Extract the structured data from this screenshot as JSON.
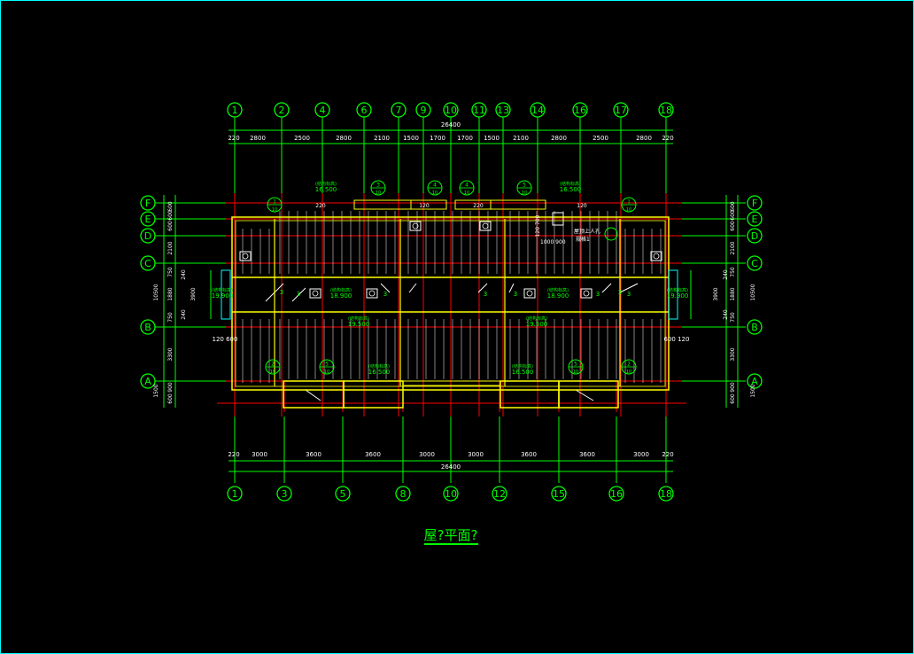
{
  "drawing": {
    "title": "屋?平面?",
    "colors": {
      "background": "#000000",
      "border": "#00ffff",
      "dimension": "#00ff00",
      "axis": "#ff0000",
      "wall": "#ffff00",
      "fill": "#ffffff",
      "accent": "#00ffff"
    },
    "top_axes": [
      "1",
      "2",
      "4",
      "6",
      "7",
      "9",
      "10",
      "11",
      "13",
      "14",
      "16",
      "17",
      "18"
    ],
    "bottom_axes": [
      "1",
      "3",
      "5",
      "8",
      "10",
      "12",
      "15",
      "16",
      "18"
    ],
    "left_axes": [
      "F",
      "E",
      "D",
      "C",
      "B",
      "A"
    ],
    "right_axes": [
      "F",
      "E",
      "D",
      "C",
      "B",
      "A"
    ],
    "top_total": "26400",
    "bottom_total": "26400",
    "top_dims": [
      "220",
      "2800",
      "2500",
      "2800",
      "2100",
      "1500",
      "1700",
      "1700",
      "1500",
      "2100",
      "2800",
      "2500",
      "2800",
      "220"
    ],
    "bottom_dims": [
      "220",
      "3000",
      "3600",
      "3600",
      "3000",
      "3000",
      "3600",
      "3600",
      "3000",
      "220"
    ],
    "left_dims_inner": [
      "600",
      "600",
      "600",
      "2100",
      "750",
      "1880",
      "750",
      "3300",
      "900",
      "600"
    ],
    "left_dims_outer": [
      "240",
      "10500",
      "3900",
      "240",
      "1500"
    ],
    "right_dims_inner": [
      "600",
      "600",
      "600",
      "2100",
      "750",
      "1880",
      "750",
      "3300",
      "900",
      "600"
    ],
    "right_dims_outer": [
      "240",
      "10500",
      "3900",
      "240",
      "1500"
    ],
    "level_labels": [
      "16.500",
      "16.500",
      "19.500",
      "18.900",
      "18.900",
      "19.500",
      "16.500",
      "16.500",
      "19.900",
      "19.900",
      "16.500",
      "16.500"
    ],
    "level_caption": "(结构标高)",
    "side_dims_left": "120 600",
    "side_dims_right": "600 120",
    "small_dims": [
      "220",
      "120",
      "220",
      "120"
    ],
    "note_text": "屋顶上人孔",
    "note_dim_a": "1000 900",
    "note_dim_b": "规格1",
    "note_side": "120 700",
    "detail_nums": [
      "1",
      "3",
      "4",
      "4",
      "5",
      "1",
      "2",
      "5",
      "5",
      "2"
    ],
    "detail_den": "10",
    "slope_marks": [
      "3",
      "3",
      "3",
      "3",
      "3",
      "3",
      "3",
      "3"
    ]
  }
}
